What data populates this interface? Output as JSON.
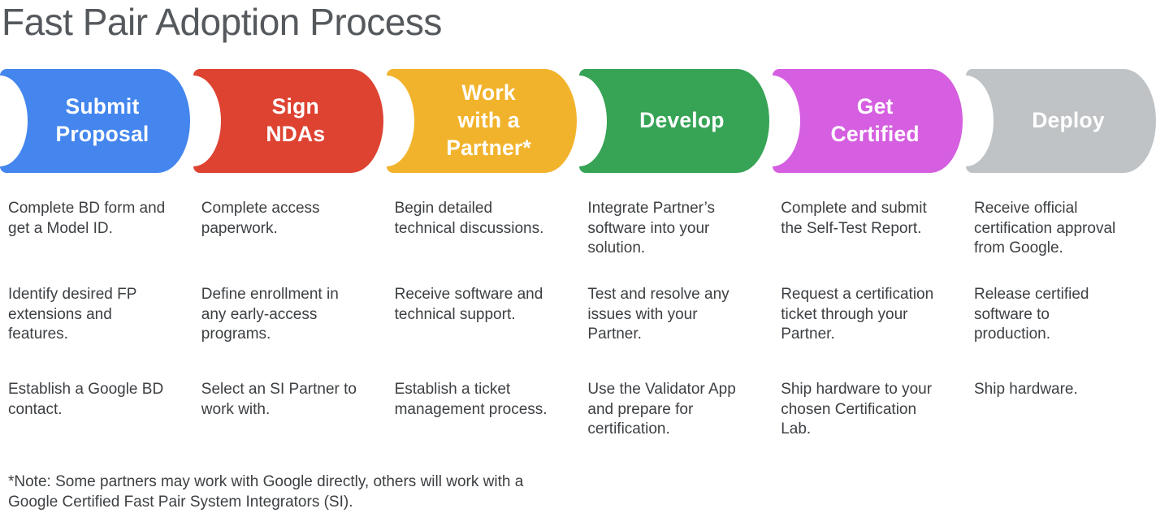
{
  "title": "Fast Pair Adoption Process",
  "label_color": "#FFFFFF",
  "body_text_color": "#3D4043",
  "title_color": "#55595D",
  "stages": [
    {
      "label": "Submit\nProposal",
      "color": "#4486EE",
      "bullets": [
        "Complete BD form and\nget a Model ID.",
        "Identify desired FP\nextensions and\nfeatures.",
        "Establish a Google BD\ncontact."
      ]
    },
    {
      "label": "Sign\nNDAs",
      "color": "#DE4332",
      "bullets": [
        "Complete access\npaperwork.",
        "Define enrollment in\nany early-access\nprograms.",
        "Select an SI Partner to\nwork with."
      ]
    },
    {
      "label": "Work\nwith a\nPartner*",
      "color": "#F2B32C",
      "bullets": [
        "Begin detailed\ntechnical discussions.",
        "Receive software and\ntechnical support.",
        "Establish a ticket\nmanagement process."
      ]
    },
    {
      "label": "Develop",
      "color": "#36A355",
      "bullets": [
        "Integrate Partner’s\nsoftware into your\nsolution.",
        "Test and resolve any\nissues with your\nPartner.",
        "Use the Validator App\nand prepare for\ncertification."
      ]
    },
    {
      "label": "Get\nCertified",
      "color": "#D55FE0",
      "bullets": [
        "Complete and submit\nthe Self-Test Report.",
        "Request a certification\nticket through your\nPartner.",
        "Ship hardware to your\nchosen Certification\nLab."
      ]
    },
    {
      "label": "Deploy",
      "color": "#BFC3C6",
      "bullets": [
        "Receive official\ncertification approval\nfrom Google.",
        "Release certified\nsoftware to\nproduction.",
        "Ship hardware."
      ]
    }
  ],
  "note": "*Note: Some partners may work with Google directly, others will work with a\nGoogle Certified Fast Pair System Integrators (SI)."
}
